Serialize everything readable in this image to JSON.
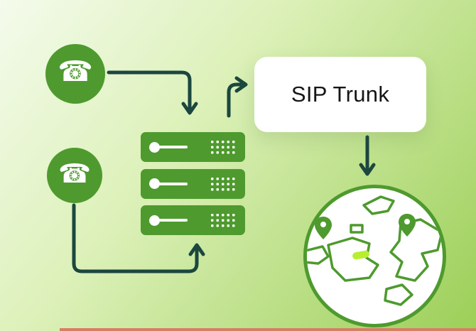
{
  "diagram": {
    "nodes": {
      "phone_top": {
        "icon": "phone-icon"
      },
      "phone_bottom": {
        "icon": "phone-icon"
      },
      "server_rack": {
        "icon": "server-rack-icon",
        "rows": 3
      },
      "sip_trunk_box": {
        "label": "SIP Trunk"
      },
      "globe": {
        "icon": "globe-icon",
        "pins": 2,
        "highlight": "lime-marker"
      }
    },
    "icons": {
      "phone_glyph": "☎"
    },
    "connections": [
      {
        "from": "phone-top",
        "to": "server-rack",
        "shape": "right-then-down"
      },
      {
        "from": "server-rack",
        "to": "sip-trunk-box",
        "shape": "up-then-right"
      },
      {
        "from": "sip-trunk-box",
        "to": "globe",
        "shape": "down"
      },
      {
        "from": "phone-bottom",
        "to": "server-rack",
        "shape": "down-right-then-up"
      }
    ],
    "colors": {
      "background_light": "#f4fbec",
      "background_green": "#9ccf58",
      "node_green": "#4e9a2e",
      "arrow_dark": "#1b473f",
      "box_white": "#ffffff",
      "label_text": "#161616",
      "highlight_lime": "#b7ef2f"
    }
  }
}
